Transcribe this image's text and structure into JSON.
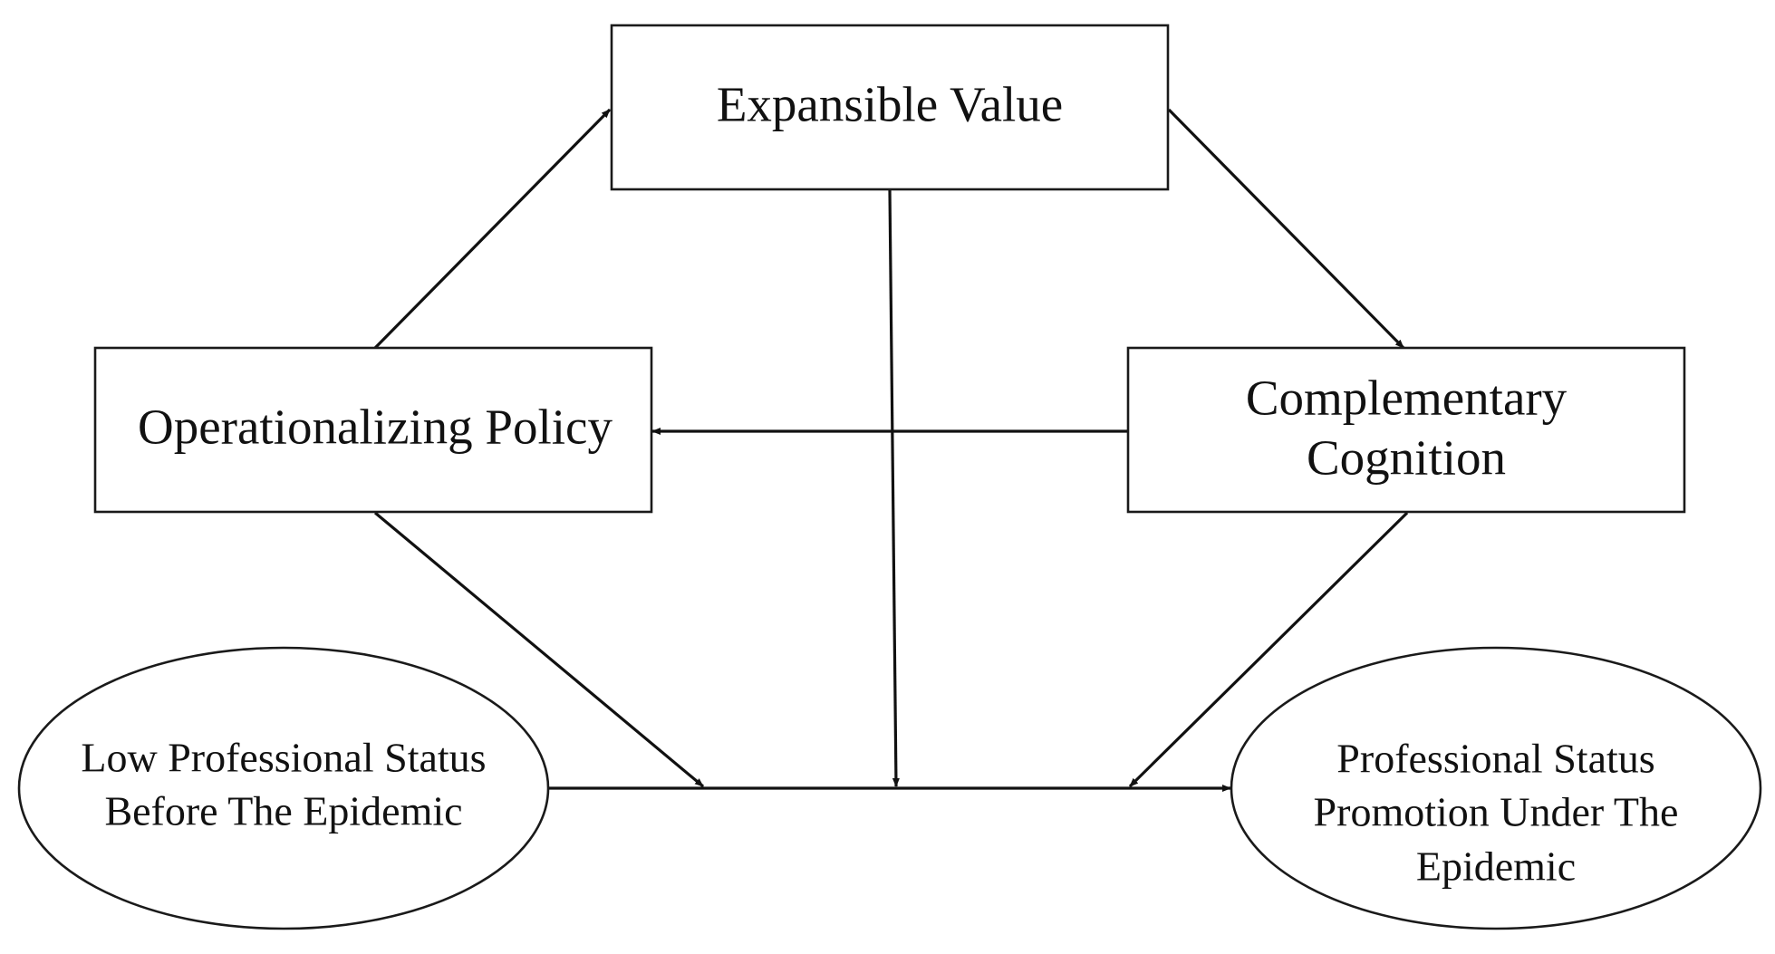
{
  "nodes": {
    "expansible_value": {
      "label": "Expansible Value",
      "shape": "rectangle"
    },
    "operationalizing_policy": {
      "label": "Operationalizing Policy",
      "shape": "rectangle"
    },
    "complementary_cognition": {
      "line1": "Complementary",
      "line2": "Cognition",
      "shape": "rectangle"
    },
    "low_professional_status": {
      "line1": "Low Professional Status",
      "line2": "Before The Epidemic",
      "shape": "ellipse"
    },
    "professional_status_promotion": {
      "line1": "Professional Status",
      "line2": "Promotion Under The",
      "line3": "Epidemic",
      "shape": "ellipse"
    }
  },
  "edges": [
    {
      "from": "Operationalizing Policy",
      "to": "Expansible Value"
    },
    {
      "from": "Expansible Value",
      "to": "Complementary Cognition"
    },
    {
      "from": "Complementary Cognition",
      "to": "Operationalizing Policy"
    },
    {
      "from": "Expansible Value",
      "to": "main path (moderation)"
    },
    {
      "from": "Operationalizing Policy",
      "to": "main path (moderation)"
    },
    {
      "from": "Complementary Cognition",
      "to": "main path (moderation)"
    },
    {
      "from": "Low Professional Status Before The Epidemic",
      "to": "Professional Status Promotion Under The Epidemic"
    }
  ],
  "colors": {
    "stroke": "#111111",
    "background": "#ffffff"
  }
}
